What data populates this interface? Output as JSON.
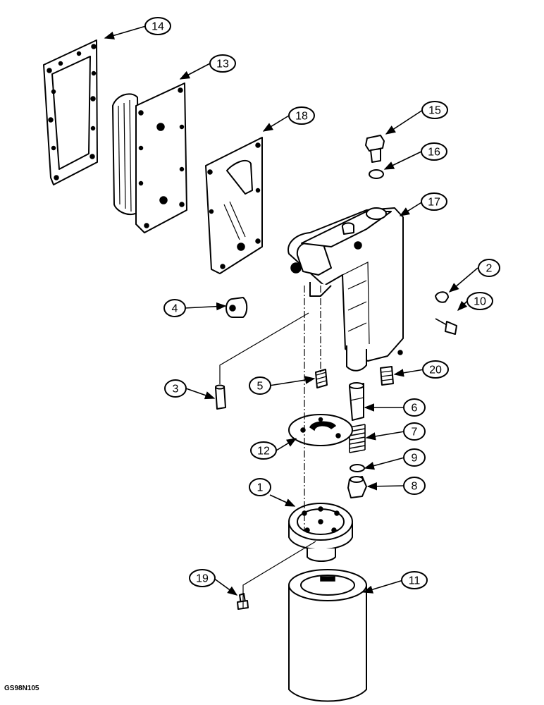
{
  "figure_code": "GS98N105",
  "callouts": [
    "14",
    "13",
    "18",
    "15",
    "16",
    "17",
    "2",
    "10",
    "4",
    "3",
    "5",
    "20",
    "6",
    "7",
    "12",
    "9",
    "8",
    "1",
    "19",
    "11"
  ]
}
